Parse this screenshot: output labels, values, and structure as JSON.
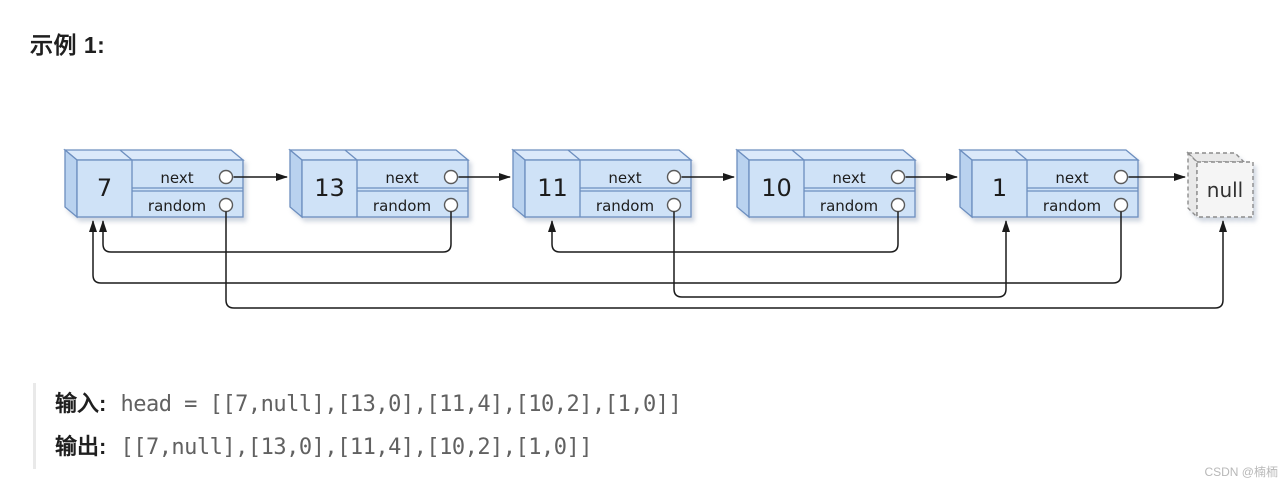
{
  "title": "示例 1:",
  "diagram": {
    "field_labels": {
      "next": "next",
      "random": "random"
    },
    "null_label": "null",
    "nodes": [
      {
        "value": "7",
        "random": "null"
      },
      {
        "value": "13",
        "random": 0
      },
      {
        "value": "11",
        "random": 4
      },
      {
        "value": "10",
        "random": 2
      },
      {
        "value": "1",
        "random": 0
      }
    ],
    "colors": {
      "box_front": "#cfe2f7",
      "box_top": "#dbe9fa",
      "box_side": "#b9d2ef",
      "box_stroke": "#6c8ebf",
      "null_front": "#f5f5f5",
      "null_side": "#e9e9e9",
      "null_stroke": "#8c8c8c",
      "arrow": "#1a1a1a",
      "dot_stroke": "#5a5a5a",
      "text": "#1f1f1f"
    }
  },
  "io": {
    "input_label": "输入:",
    "input_value": "head = [[7,null],[13,0],[11,4],[10,2],[1,0]]",
    "output_label": "输出:",
    "output_value": "[[7,null],[13,0],[11,4],[10,2],[1,0]]"
  },
  "watermark": "CSDN @楠栭"
}
